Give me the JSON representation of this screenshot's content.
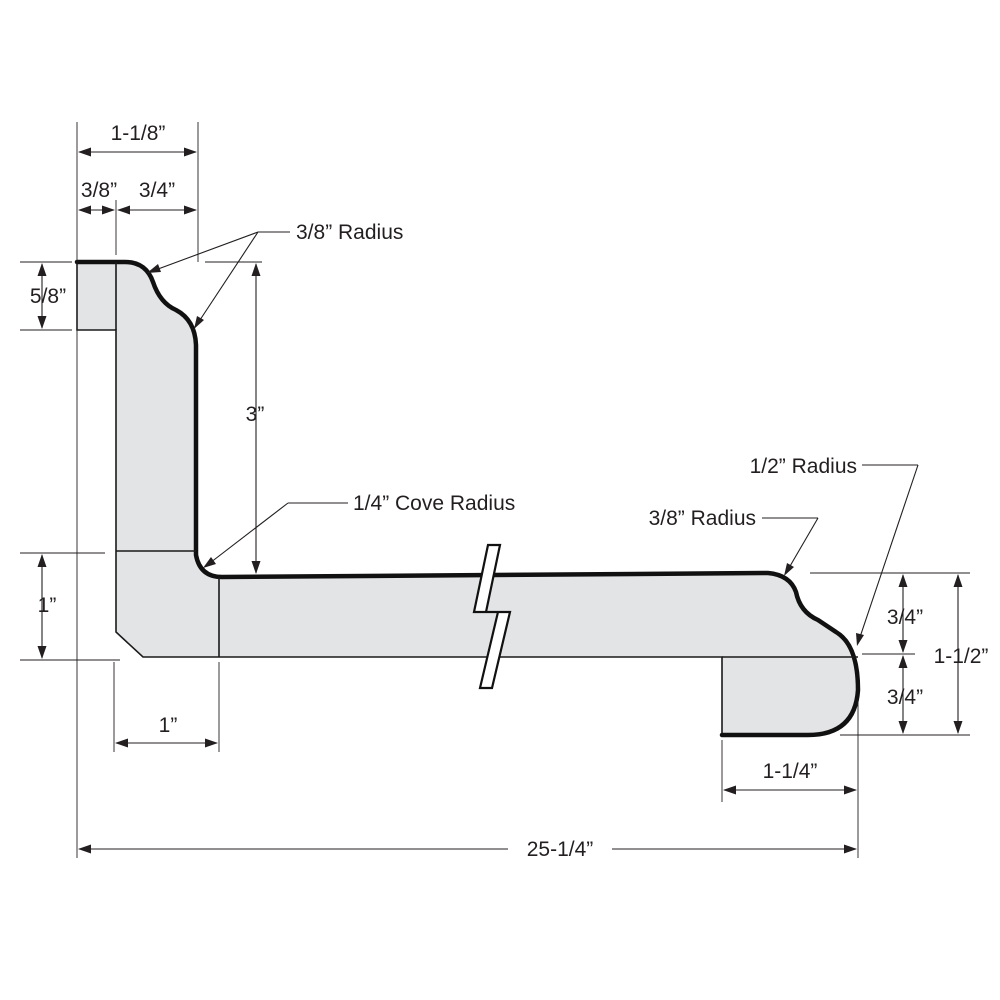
{
  "diagram": {
    "dimensions": {
      "overall_top_width": "1-1/8”",
      "lip_width": "3/8”",
      "wall_width": "3/4”",
      "lip_height": "5/8”",
      "wall_height": "3”",
      "base_height": "1”",
      "corner_width": "1”",
      "nose_upper": "3/4”",
      "nose_lower": "3/4”",
      "nose_total": "1-1/2”",
      "nose_width": "1-1/4”",
      "overall_length": "25-1/4”"
    },
    "callouts": {
      "top_radius": "3/8” Radius",
      "cove_radius": "1/4” Cove Radius",
      "nose_top_radius": "3/8” Radius",
      "nose_radius": "1/2” Radius"
    }
  }
}
